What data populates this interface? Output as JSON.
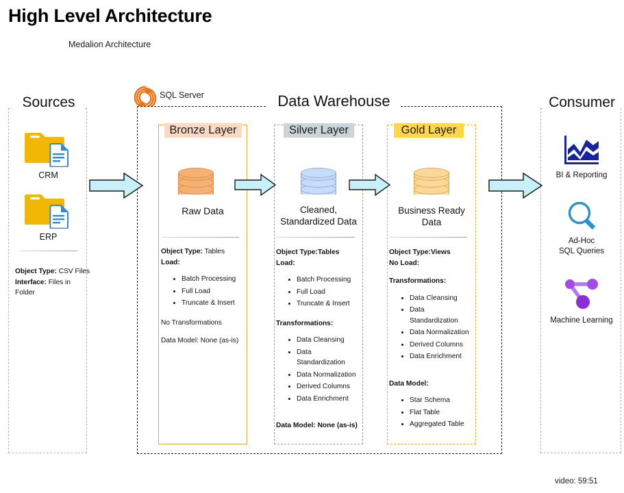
{
  "header": {
    "title": "High Level Architecture",
    "subtitle": "Medalion Architecture"
  },
  "sqlserver": {
    "label": "SQL Server",
    "icon": "sql-server-logo",
    "color": "#e8761a"
  },
  "sections": {
    "sources_title": "Sources",
    "warehouse_title": "Data Warehouse",
    "consumer_title": "Consumer"
  },
  "sources": {
    "items": [
      {
        "label": "CRM",
        "icon": "folder-file-icon"
      },
      {
        "label": "ERP",
        "icon": "folder-file-icon"
      }
    ],
    "details": [
      {
        "key": "Object Type:",
        "value": " CSV Files"
      },
      {
        "key": "Interface:",
        "value": " Files in Folder"
      }
    ]
  },
  "layers": [
    {
      "id": "bronze",
      "title": "Bronze Layer",
      "title_bg": "#fbd9c3",
      "border_color": "#e8a33d",
      "border_style": "solid",
      "cylinder_color": "#f5b173",
      "caption": "Raw Data",
      "object_type_label": "Object Type:",
      "object_type_value": " Tables",
      "load_label": "Load:",
      "load_items": [
        "Batch Processing",
        "Full Load",
        "Truncate & Insert"
      ],
      "transformations_label": "No Transformations",
      "transformation_items": [],
      "data_model_label": "Data Model: None (as-is)",
      "data_model_items": []
    },
    {
      "id": "silver",
      "title": "Silver Layer",
      "title_bg": "#ccd4d8",
      "border_color": "#9a9a9a",
      "border_style": "dashed",
      "cylinder_color": "#c7dcfb",
      "caption": "Cleaned, Standardized Data",
      "object_type_label": "Object Type:Tables",
      "object_type_value": "",
      "load_label": "Load:",
      "load_items": [
        "Batch Processing",
        "Full Load",
        "Truncate & Insert"
      ],
      "transformations_label": "Transformations:",
      "transformation_items": [
        "Data Cleansing",
        "Data Standardization",
        "Data Normalization",
        "Derived Columns",
        "Data Enrichment"
      ],
      "data_model_label": "Data Model: None (as-is)",
      "data_model_items": []
    },
    {
      "id": "gold",
      "title": "Gold Layer",
      "title_bg": "#ffd54a",
      "border_color": "#f0a72a",
      "border_style": "dashed",
      "cylinder_color": "#fbd79a",
      "caption": "Business Ready Data",
      "object_type_label": "Object Type:Views",
      "object_type_value": "",
      "load_label": "No Load:",
      "load_items": [],
      "transformations_label": "Transformations:",
      "transformation_items": [
        "Data Cleansing",
        "Data Standardization",
        "Data Normalization",
        "Derived Columns",
        "Data Enrichment"
      ],
      "data_model_label": "Data Model:",
      "data_model_items": [
        "Star Schema",
        "Flat Table",
        "Aggregated Table"
      ]
    }
  ],
  "consumer": {
    "items": [
      {
        "label": "BI & Reporting",
        "icon": "bar-chart-icon",
        "color": "#17249e"
      },
      {
        "label": "Ad-Hoc\nSQL Queries",
        "label_line1": "Ad-Hoc",
        "label_line2": "SQL Queries",
        "icon": "magnifier-icon",
        "color": "#2d8fd0"
      },
      {
        "label": "Machine Learning",
        "icon": "network-nodes-icon",
        "color": "#9c4ddb"
      }
    ]
  },
  "arrows": {
    "fill": "#c8f0fa",
    "stroke": "#1a1a1a",
    "count": 4
  },
  "footer": {
    "video_note": "video: 59:51"
  }
}
